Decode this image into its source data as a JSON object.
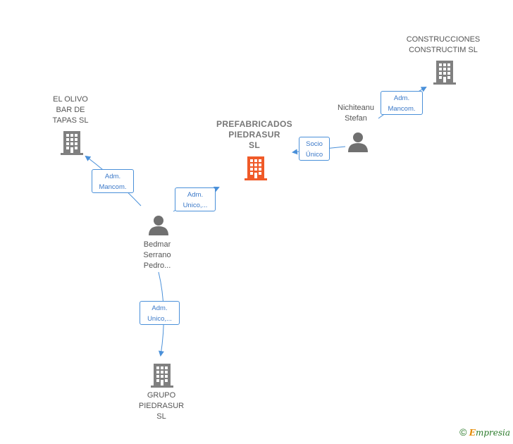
{
  "nodes": {
    "center": {
      "lines": [
        "PREFABRICADOS",
        "PIEDRASUR",
        "SL"
      ],
      "type": "company",
      "color": "#f05a28"
    },
    "construcciones": {
      "lines": [
        "CONSTRUCCIONES",
        "CONSTRUCTIM SL"
      ],
      "type": "company"
    },
    "el_olivo": {
      "lines": [
        "EL OLIVO",
        "BAR DE",
        "TAPAS  SL"
      ],
      "type": "company"
    },
    "grupo": {
      "lines": [
        "GRUPO",
        "PIEDRASUR",
        "SL"
      ],
      "type": "company"
    },
    "nichiteanu": {
      "lines": [
        "Nichiteanu",
        "Stefan"
      ],
      "type": "person"
    },
    "bedmar": {
      "lines": [
        "Bedmar",
        "Serrano",
        "Pedro..."
      ],
      "type": "person"
    }
  },
  "edges": [
    {
      "from": "nichiteanu",
      "to": "construcciones",
      "label": [
        "Adm.",
        "Mancom."
      ]
    },
    {
      "from": "nichiteanu",
      "to": "center",
      "label": [
        "Socio",
        "Único"
      ]
    },
    {
      "from": "bedmar",
      "to": "el_olivo",
      "label": [
        "Adm.",
        "Mancom."
      ]
    },
    {
      "from": "bedmar",
      "to": "center",
      "label": [
        "Adm.",
        "Unico,..."
      ]
    },
    {
      "from": "bedmar",
      "to": "grupo",
      "label": [
        "Adm.",
        "Unico,..."
      ]
    }
  ],
  "colors": {
    "company": "#808080",
    "person": "#707070",
    "edge": "#4a90d9",
    "center": "#f05a28"
  },
  "footer": {
    "copyright": "©",
    "brand_first": "E",
    "brand_rest": "mpresia"
  }
}
